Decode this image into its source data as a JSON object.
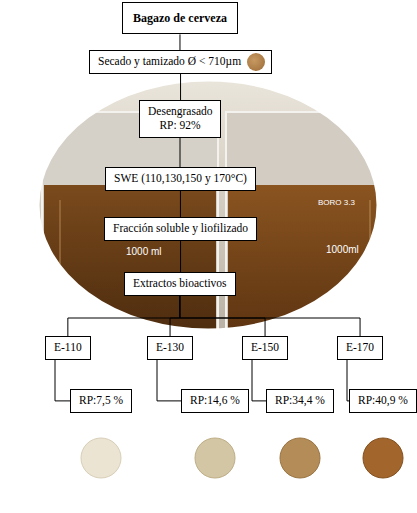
{
  "diagram": {
    "nodes": [
      {
        "text": [
          "Bagazo de cerveza"
        ]
      },
      {
        "text": [
          "Secado y tamizado Ø < 710µm"
        ]
      },
      {
        "text": [
          "Desengrasado RP: 92%"
        ]
      },
      {
        "text": [
          "SWE (110,130,150 y 170°C)"
        ]
      },
      {
        "text": [
          "Fracción soluble y liofilizado"
        ]
      },
      {
        "text": [
          "Extractos bioactivos"
        ]
      },
      {
        "text": [
          "E-110"
        ]
      },
      {
        "text": [
          "E-130"
        ]
      },
      {
        "text": [
          "E-150"
        ]
      },
      {
        "text": [
          "E-170"
        ]
      },
      {
        "text": [
          "RP:7,5 %"
        ]
      },
      {
        "text": [
          "RP:14,6 %"
        ]
      },
      {
        "text": [
          "RP:34,4 %"
        ]
      },
      {
        "text": [
          "RP:40,9 %"
        ]
      }
    ],
    "edges": [
      {
        "from": 0,
        "to": 1,
        "arrow": "none"
      },
      {
        "from": 1,
        "to": 2,
        "arrow": "none"
      },
      {
        "from": 2,
        "to": 3,
        "arrow": "none"
      },
      {
        "from": 3,
        "to": 4,
        "arrow": "none"
      },
      {
        "from": 4,
        "to": 5,
        "arrow": "none"
      },
      {
        "from": 5,
        "to": 6,
        "arrow": "none"
      },
      {
        "from": 5,
        "to": 7,
        "arrow": "none"
      },
      {
        "from": 5,
        "to": 8,
        "arrow": "none"
      },
      {
        "from": 5,
        "to": 9,
        "arrow": "none"
      },
      {
        "from": 6,
        "to": 10,
        "arrow": "none"
      },
      {
        "from": 7,
        "to": 11,
        "arrow": "none"
      },
      {
        "from": 8,
        "to": 12,
        "arrow": "none"
      },
      {
        "from": 9,
        "to": 13,
        "arrow": "none"
      }
    ],
    "labels": [
      "1000 ml",
      "BORO 3.3",
      "1000ml"
    ]
  }
}
